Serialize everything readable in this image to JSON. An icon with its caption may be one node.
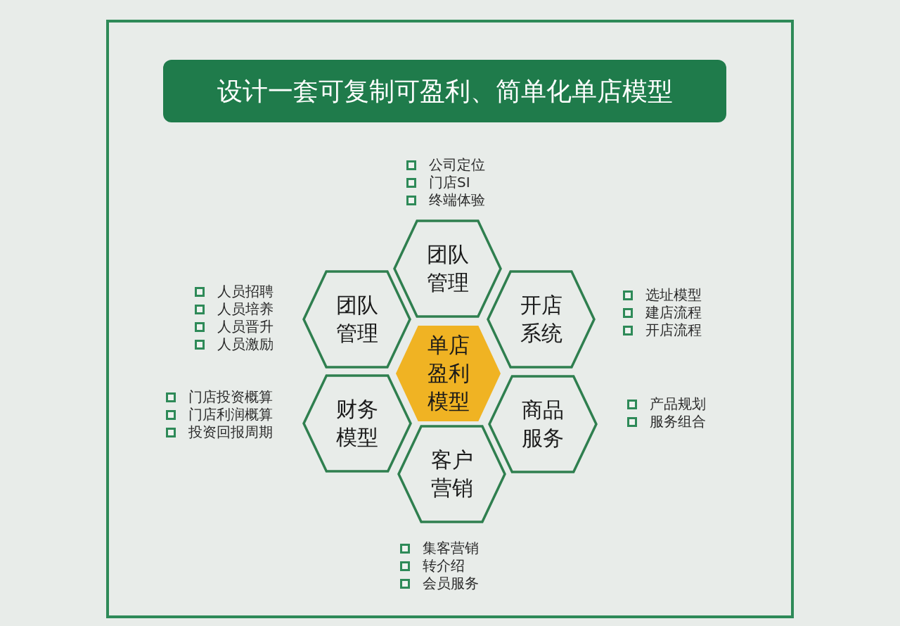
{
  "diagram": {
    "title": "设计一套可复制可盈利、简单化单店模型",
    "nodes": [
      {
        "text": [
          "团队管理"
        ],
        "beside": [
          "公司定位",
          "门店SI",
          "终端体验"
        ]
      },
      {
        "text": [
          "团队管理"
        ],
        "beside": [
          "人员招聘",
          "人员培养",
          "人员晋升",
          "人员激励"
        ]
      },
      {
        "text": [
          "开店系统"
        ],
        "beside": [
          "选址模型",
          "建店流程",
          "开店流程"
        ]
      },
      {
        "text": [
          "单店盈利模型"
        ]
      },
      {
        "text": [
          "财务模型"
        ],
        "beside": [
          "门店投资概算",
          "门店利润概算",
          "投资回报周期"
        ]
      },
      {
        "text": [
          "商品服务"
        ],
        "beside": [
          "产品规划",
          "服务组合"
        ]
      },
      {
        "text": [
          "客户营销"
        ],
        "beside": [
          "集客营销",
          "转介绍",
          "会员服务"
        ]
      }
    ]
  }
}
